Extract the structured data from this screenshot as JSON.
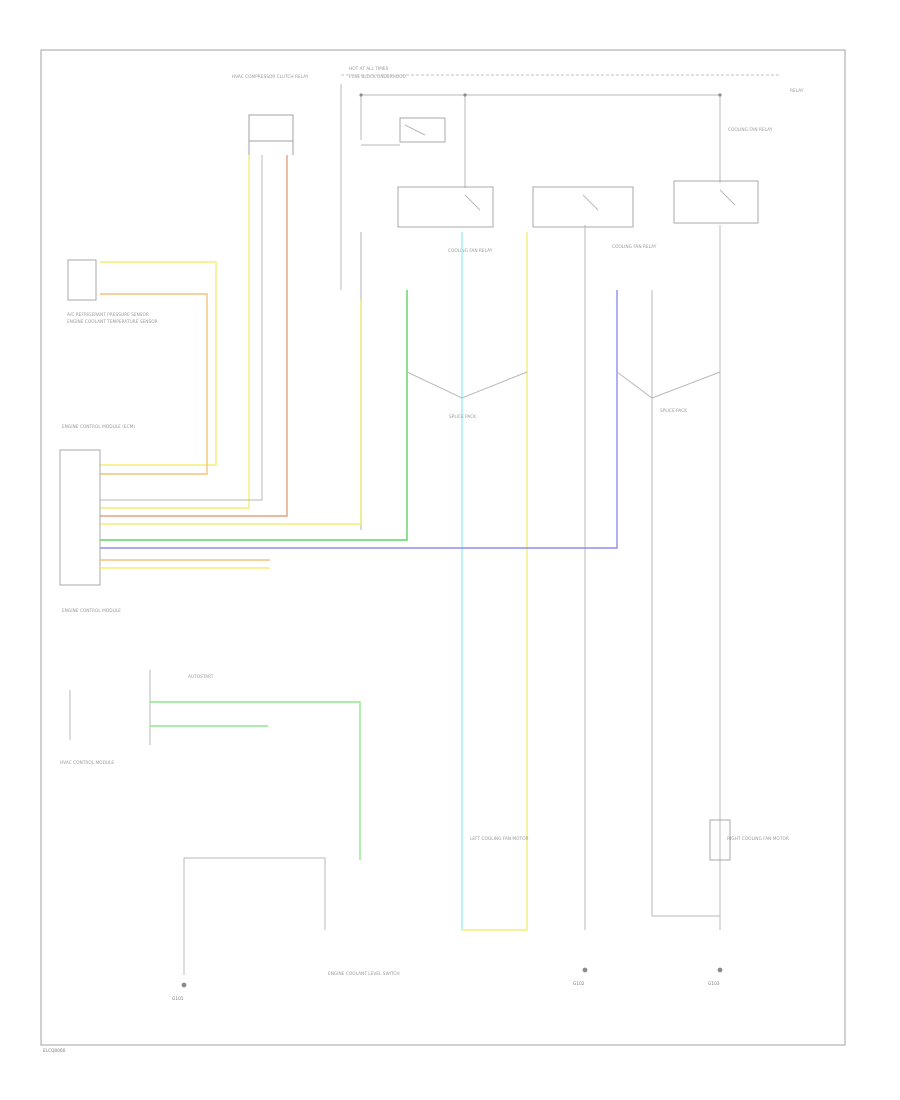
{
  "figure_id": "ELCQ0060",
  "colors": {
    "yellow": "#f2ee76",
    "orange": "#f4c27a",
    "green": "#5fd35f",
    "cyan": "#9df0f0",
    "blue": "#8e8ef0",
    "lightgreen": "#8fe88f",
    "gray": "#b9b9b9",
    "red_brown": "#e3a27f"
  },
  "labels": {
    "hvac_module": "HVAC COMPRESSOR CLUTCH RELAY",
    "hot_at_all_times": "HOT AT ALL TIMES",
    "fuse_block": "FUSE BLOCK UNDERHOOD",
    "relay_left": "RELAY",
    "relay_center_left": "COOLING FAN RELAY",
    "relay_center_right": "COOLING FAN RELAY",
    "relay_right": "COOLING FAN RELAY",
    "ac_sensor": "A/C REFRIGERANT PRESSURE SENSOR",
    "engine_coolant": "ENGINE COOLANT TEMPERATURE SENSOR",
    "ecm": "ENGINE CONTROL MODULE (ECM)",
    "ecm_detail": "ENGINE CONTROL MODULE",
    "splice_1": "SPLICE PACK",
    "splice_2": "SPLICE PACK",
    "hvac_control": "HVAC CONTROL MODULE",
    "left_fan": "LEFT COOLING FAN MOTOR",
    "right_fan": "RIGHT COOLING FAN MOTOR",
    "ground_left": "G101",
    "ground_center": "G102",
    "ground_right": "G103",
    "engine_sensor": "ENGINE COOLANT LEVEL SWITCH",
    "autostart": "AUTOSTART"
  }
}
